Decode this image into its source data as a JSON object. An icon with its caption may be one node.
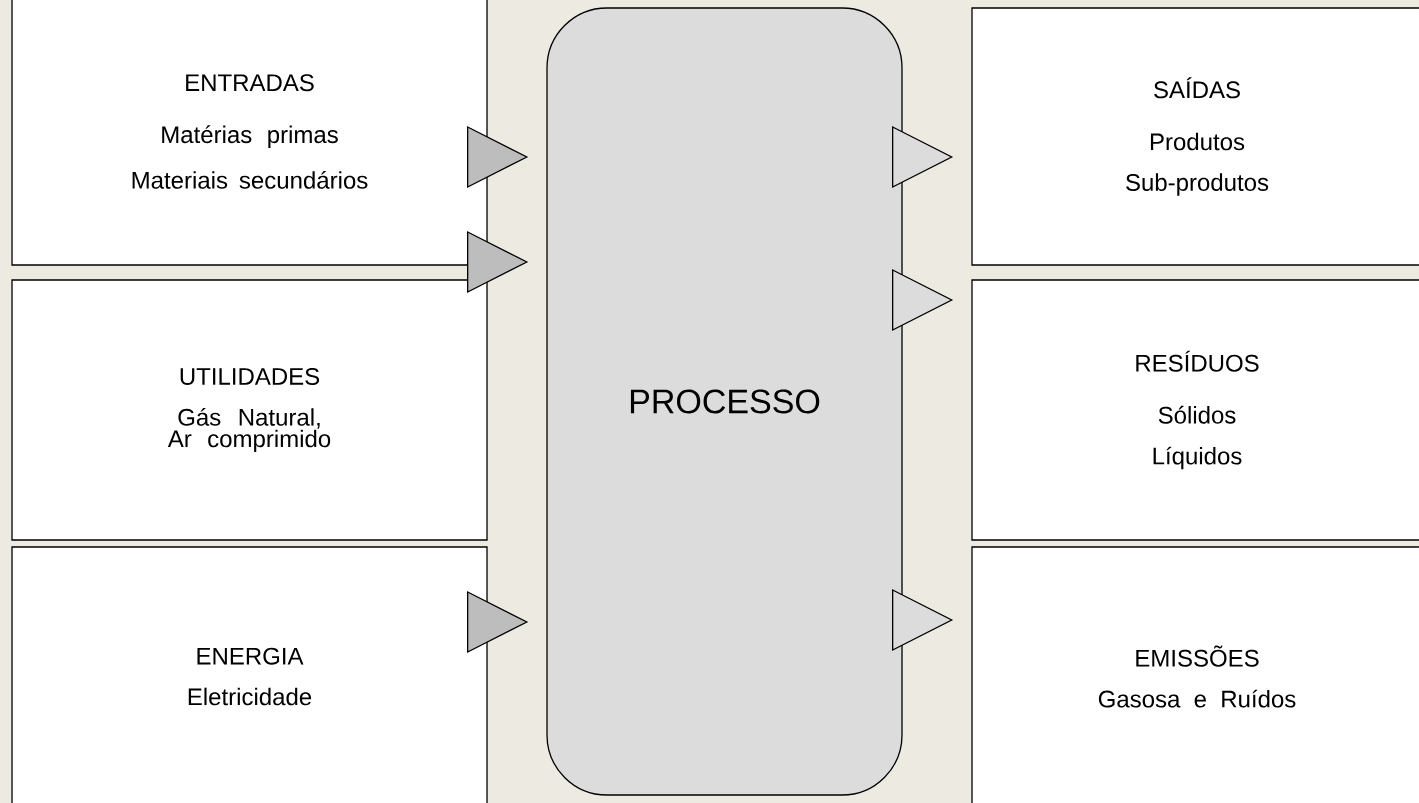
{
  "diagram": {
    "nodes": [
      {
        "text": [
          "ENTRADAS",
          "Matérias primas",
          "Materiais secundários"
        ]
      },
      {
        "text": [
          "UTILIDADES",
          "Gás Natural, Ar comprimido"
        ]
      },
      {
        "text": [
          "ENERGIA",
          "Eletricidade"
        ]
      },
      {
        "text": [
          "PROCESSO"
        ]
      },
      {
        "text": [
          "SAÍDAS",
          "Produtos",
          "Sub-produtos"
        ]
      },
      {
        "text": [
          "RESÍDUOS",
          "Sólidos",
          "Líquidos"
        ]
      },
      {
        "text": [
          "EMISSÕES",
          "Gasosa e Ruídos"
        ]
      }
    ],
    "edges": [
      {
        "from": 0,
        "to": 3,
        "arrow": "to"
      },
      {
        "from": 1,
        "to": 3,
        "arrow": "to"
      },
      {
        "from": 2,
        "to": 3,
        "arrow": "to"
      },
      {
        "from": 3,
        "to": 4,
        "arrow": "to"
      },
      {
        "from": 3,
        "to": 5,
        "arrow": "to"
      },
      {
        "from": 3,
        "to": 6,
        "arrow": "to"
      }
    ]
  }
}
